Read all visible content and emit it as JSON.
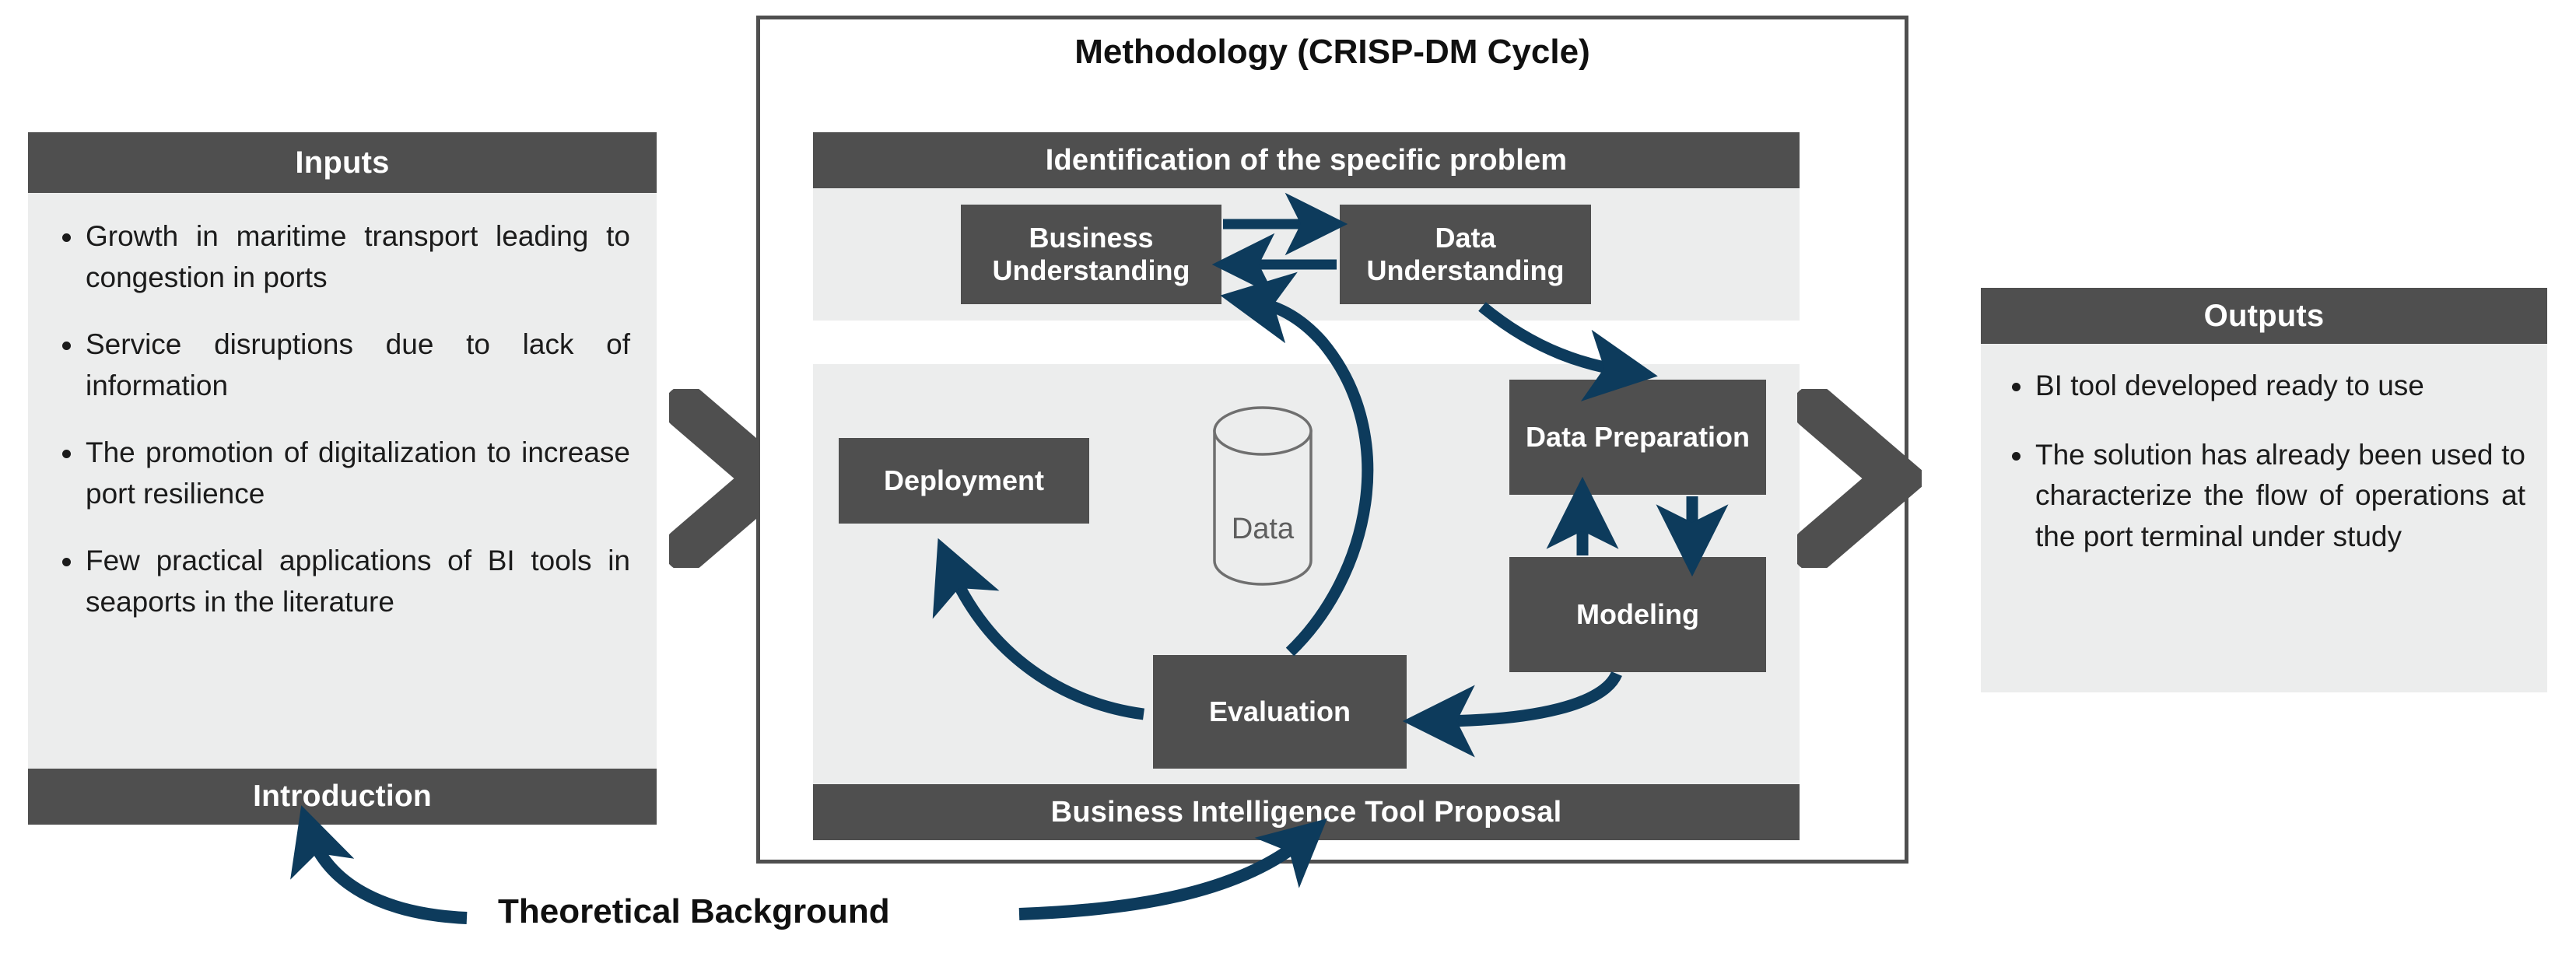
{
  "inputs": {
    "title": "Inputs",
    "bullets": [
      "Growth in maritime transport leading to congestion in ports",
      "Service disruptions due to lack of information",
      "The promotion of digitalization to increase port resilience",
      "Few practical applications of BI tools in seaports in the literature"
    ],
    "footer": "Introduction"
  },
  "methodology": {
    "title": "Methodology (CRISP-DM Cycle)",
    "problem_band": "Identification of the specific problem",
    "proposal_band": "Business Intelligence Tool Proposal",
    "phases": {
      "business_understanding": "Business Understanding",
      "data_understanding": "Data Understanding",
      "data_preparation": "Data Preparation",
      "modeling": "Modeling",
      "evaluation": "Evaluation",
      "deployment": "Deployment"
    },
    "data_store": "Data"
  },
  "outputs": {
    "title": "Outputs",
    "bullets": [
      "BI tool developed ready to use",
      "The solution has already been used to characterize the flow of operations at the port terminal under study"
    ]
  },
  "theoretical_background": {
    "label": "Theoretical Background"
  },
  "colors": {
    "dark_gray": "#4f4f4f",
    "light_gray": "#eceded",
    "navy": "#0d3b5c",
    "text": "#101010",
    "white": "#ffffff"
  },
  "icons": {
    "flow_arrow_left": "chevron-right-icon",
    "flow_arrow_right": "chevron-right-icon",
    "data_cylinder": "database-cylinder-icon"
  }
}
